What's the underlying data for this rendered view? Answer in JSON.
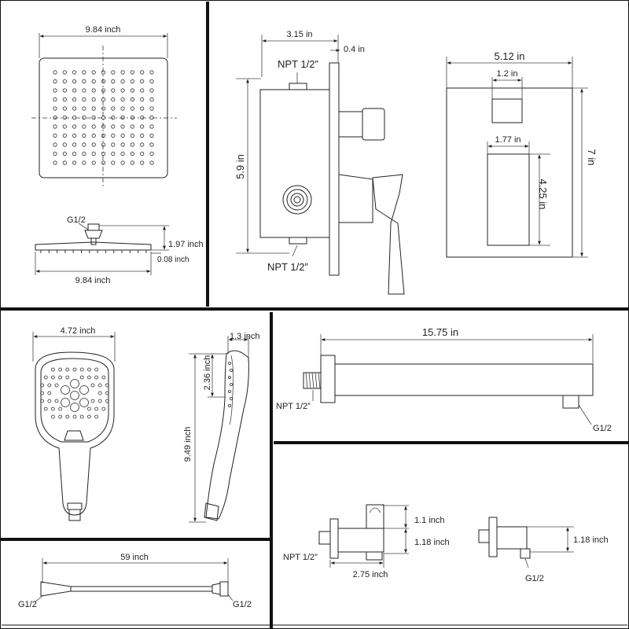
{
  "rain_shower_head": {
    "width_top": "9.84 inch",
    "thread": "G1/2",
    "height": "1.97 inch",
    "thickness": "0.08 inch",
    "width_side": "9.84 inch"
  },
  "valve_side": {
    "depth": "3.15 in",
    "offset": "0.4 in",
    "top_port": "NPT 1/2”",
    "height": "5.9 in",
    "bottom_port": "NPT 1/2”"
  },
  "valve_plate": {
    "plate_width": "5.12 in",
    "window_width": "1.2 in",
    "slot_width": "1.77 in",
    "plate_height": "7  in",
    "slot_height": "4.25 in"
  },
  "hand_shower": {
    "face_width": "4.72 inch",
    "depth": "1.3 inch",
    "head_height": "2.36 inch",
    "length": "9.49 inch"
  },
  "shower_arm": {
    "length": "15.75 in",
    "inlet": "NPT 1/2”",
    "outlet": "G1/2"
  },
  "hose": {
    "length": "59 inch",
    "left_thread": "G1/2",
    "right_thread": "G1/2"
  },
  "wall_connector": {
    "holder_height": "1.1 inch",
    "outlet_height": "1.18 inch",
    "inlet": "NPT 1/2”",
    "length": "2.75 inch",
    "elbow_height": "1.18 inch",
    "elbow_thread": "G1/2"
  }
}
